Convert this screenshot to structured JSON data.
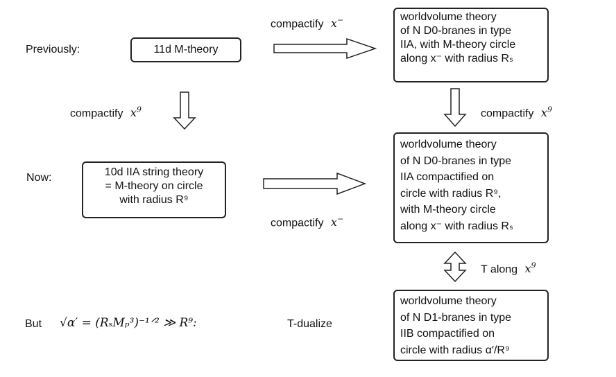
{
  "labels": {
    "previously": "Previously:",
    "now": "Now:",
    "but": "But",
    "tdualize": "T-dualize",
    "compactify": "compactify",
    "t_along": "T along"
  },
  "math": {
    "x_minus": "x",
    "x_minus_sup": "−",
    "x9": "x",
    "x9_sup": "9",
    "but_formula": "√α′ = (RₛMₚ³)⁻¹ᐟ² ≫ R⁹:"
  },
  "boxes": {
    "mtheory": [
      "11d M-theory"
    ],
    "iia": [
      "10d IIA string theory",
      "= M-theory on circle",
      "with radius R⁹"
    ],
    "d0_top": [
      "worldvolume theory",
      "of N D0-branes in type",
      "IIA, with M-theory circle",
      "along  x⁻ with radius Rₛ"
    ],
    "d0_mid": [
      "worldvolume theory",
      "of N D0-branes in type",
      "IIA compactified on",
      "circle with radius  R⁹,",
      "with M-theory circle",
      "along  x⁻ with radius Rₛ"
    ],
    "d1": [
      "worldvolume theory",
      "of N D1-branes in type",
      "IIB compactified on",
      "circle with radius  α′/R⁹"
    ]
  }
}
